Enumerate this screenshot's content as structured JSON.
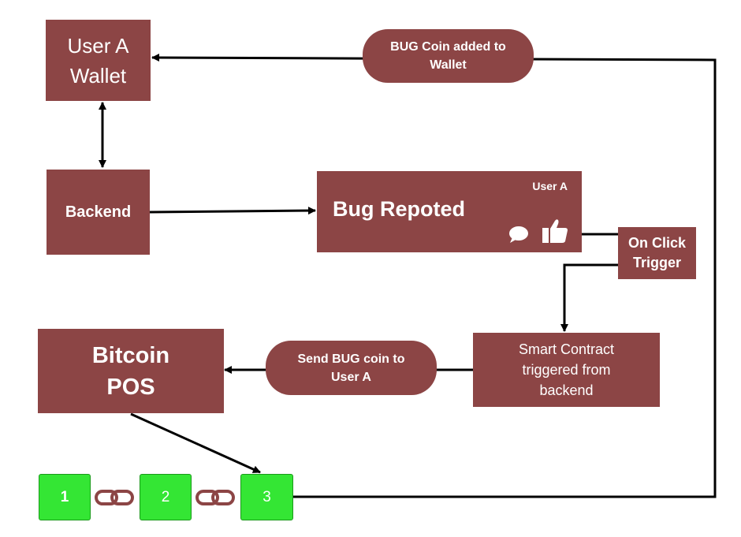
{
  "nodes": {
    "user_wallet": "User A\nWallet",
    "backend": "Backend",
    "bug_reported": {
      "title": "Bug Repoted",
      "user": "User A"
    },
    "on_click_trigger": "On Click\nTrigger",
    "smart_contract": "Smart Contract\ntriggered from\nbackend",
    "bitcoin_pos": "Bitcoin\nPOS"
  },
  "edge_labels": {
    "coin_added": "BUG Coin added to\nWallet",
    "send_coin": "Send BUG coin to\nUser A"
  },
  "chain": {
    "blocks": [
      "1",
      "2",
      "3"
    ],
    "block_color": "#34e634",
    "link_color": "#8c4545"
  },
  "icons": [
    "speech-bubble-icon",
    "thumbs-up-icon",
    "chain-link-icon"
  ],
  "colors": {
    "node": "#8c4545",
    "text": "#ffffff",
    "connector": "#000000"
  }
}
